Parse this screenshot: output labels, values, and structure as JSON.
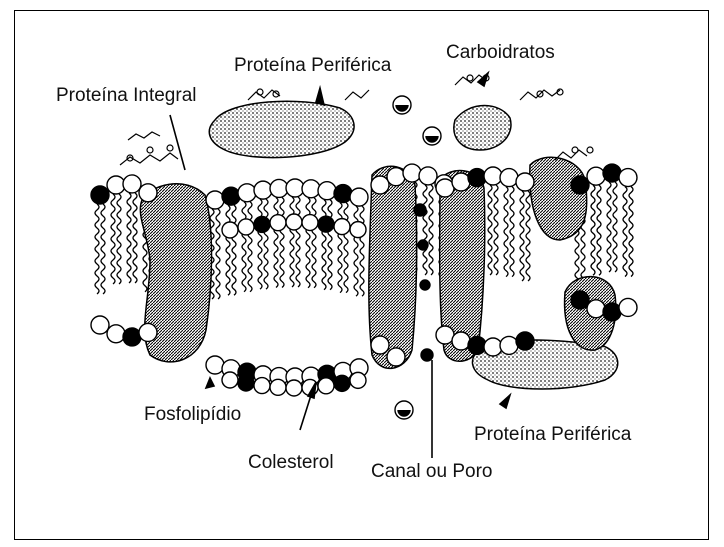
{
  "labels": {
    "peripheral_protein_top": "Proteína Periférica",
    "carbohydrates": "Carboidratos",
    "integral_protein": "Proteína Integral",
    "phospholipid": "Fosfolipídio",
    "cholesterol": "Colesterol",
    "channel_or_pore": "Canal ou Poro",
    "peripheral_protein_bottom": "Proteína Periférica"
  }
}
